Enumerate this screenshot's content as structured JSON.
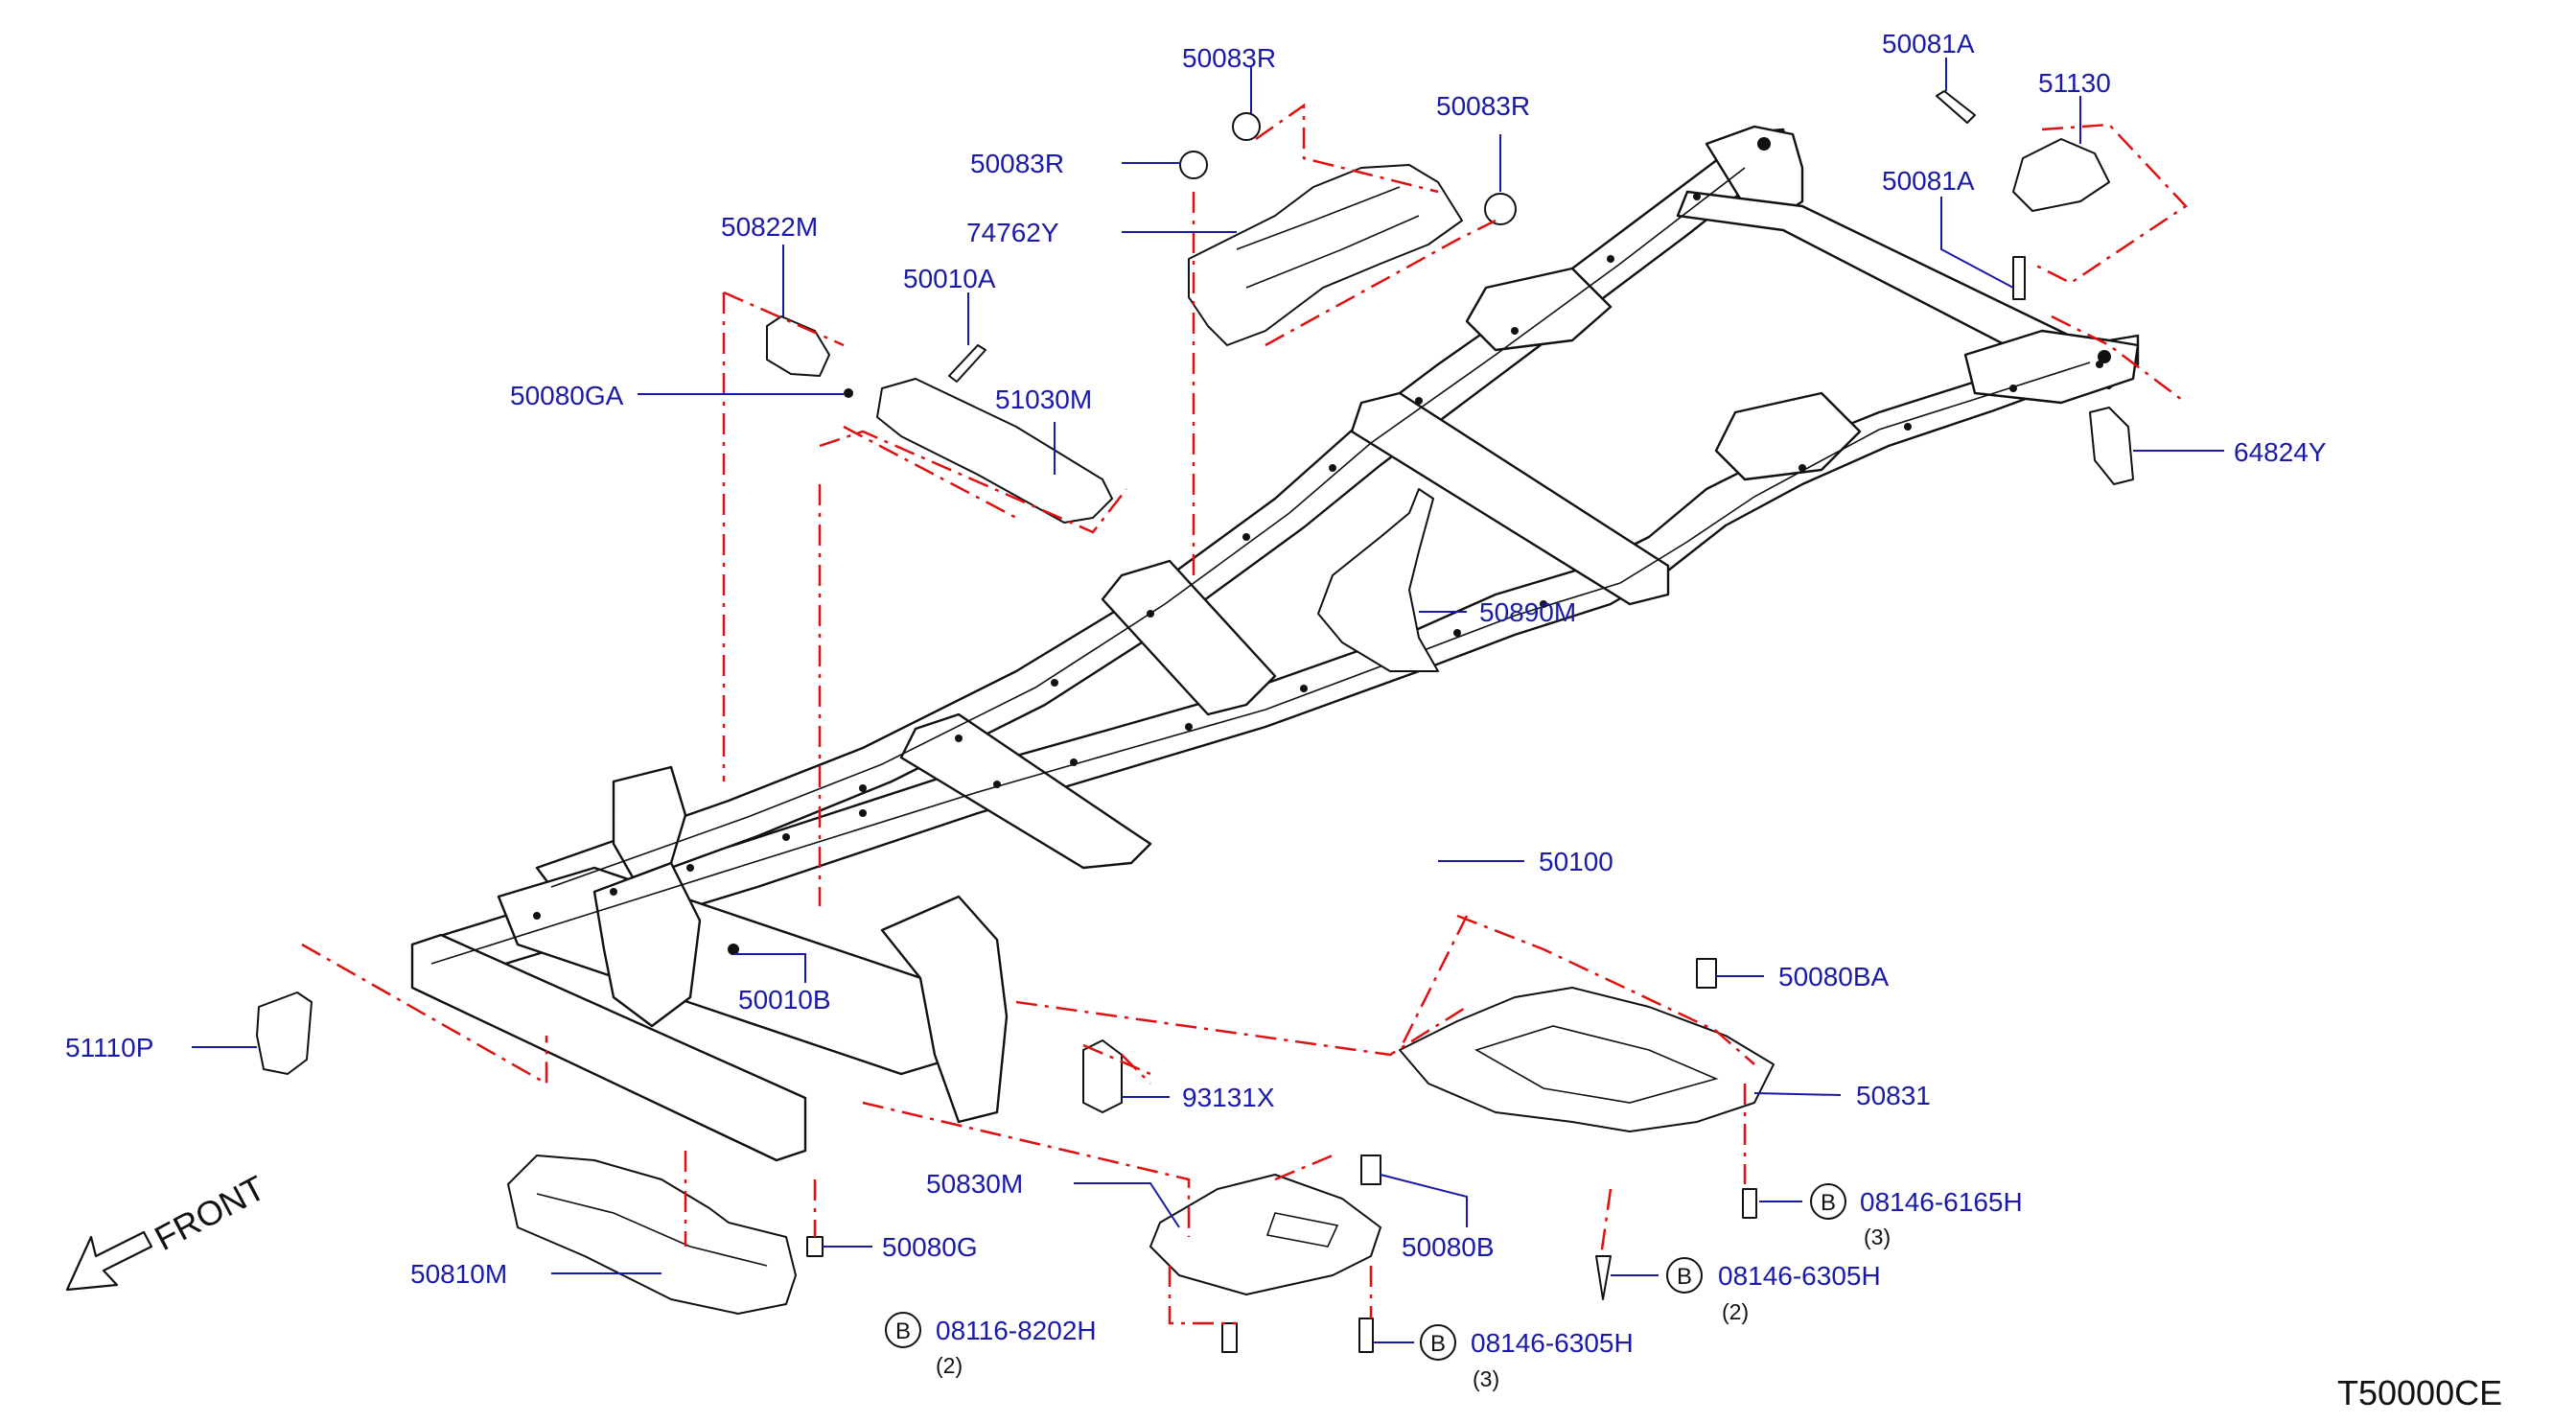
{
  "diagram": {
    "part_labels": [
      {
        "id": "p50083R_a",
        "text": "50083R"
      },
      {
        "id": "p50083R_b",
        "text": "50083R"
      },
      {
        "id": "p50083R_c",
        "text": "50083R"
      },
      {
        "id": "p74762Y",
        "text": "74762Y"
      },
      {
        "id": "p50822M",
        "text": "50822M"
      },
      {
        "id": "p50010A",
        "text": "50010A"
      },
      {
        "id": "p50080GA",
        "text": "50080GA"
      },
      {
        "id": "p51030M",
        "text": "51030M"
      },
      {
        "id": "p50081A_a",
        "text": "50081A"
      },
      {
        "id": "p51130",
        "text": "51130"
      },
      {
        "id": "p50081A_b",
        "text": "50081A"
      },
      {
        "id": "p64824Y",
        "text": "64824Y"
      },
      {
        "id": "p50890M",
        "text": "50890M"
      },
      {
        "id": "p50100",
        "text": "50100"
      },
      {
        "id": "p50010B",
        "text": "50010B"
      },
      {
        "id": "p51110P",
        "text": "51110P"
      },
      {
        "id": "p50080BA",
        "text": "50080BA"
      },
      {
        "id": "p93131X",
        "text": "93131X"
      },
      {
        "id": "p50831",
        "text": "50831"
      },
      {
        "id": "p50830M",
        "text": "50830M"
      },
      {
        "id": "p50080B",
        "text": "50080B"
      },
      {
        "id": "p50080G",
        "text": "50080G"
      },
      {
        "id": "p50810M",
        "text": "50810M"
      }
    ],
    "bolt_callouts": [
      {
        "id": "b1",
        "marker": "B",
        "part": "08146-6165H",
        "qty": "(3)"
      },
      {
        "id": "b2",
        "marker": "B",
        "part": "08146-6305H",
        "qty": "(2)"
      },
      {
        "id": "b3",
        "marker": "B",
        "part": "08146-6305H",
        "qty": "(3)"
      },
      {
        "id": "b4",
        "marker": "B",
        "part": "08116-8202H",
        "qty": "(2)"
      }
    ],
    "front_label": "FRONT",
    "diagram_code": "T50000CE",
    "colors": {
      "label": "#1a1aa8",
      "dashed_guides": "#e01010",
      "linework": "#111111"
    }
  }
}
